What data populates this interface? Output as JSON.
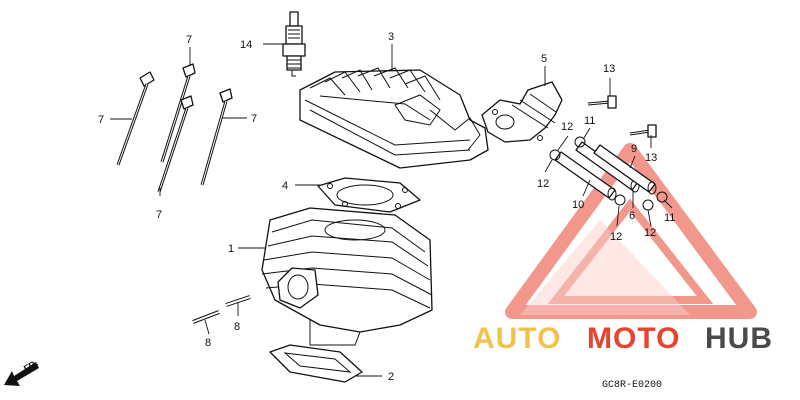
{
  "callouts": {
    "c1": "1",
    "c2": "2",
    "c3": "3",
    "c4": "4",
    "c5": "5",
    "c6": "6",
    "c7a": "7",
    "c7b": "7",
    "c7c": "7",
    "c7d": "7",
    "c8a": "8",
    "c8b": "8",
    "c9": "9",
    "c10": "10",
    "c11a": "11",
    "c11b": "11",
    "c12a": "12",
    "c12b": "12",
    "c12c": "12",
    "c12d": "12",
    "c13a": "13",
    "c13b": "13",
    "c14": "14"
  },
  "watermark": {
    "auto": "AUTO",
    "moto": "MOTO",
    "hub": "HUB"
  },
  "front_mark": "FR.",
  "diagram_code": "GC8R-E0200",
  "colors": {
    "watermark_red": "#e8432f",
    "watermark_yellow": "#f3c24d",
    "watermark_gray": "#4a4a4a"
  },
  "icons": {
    "front_arrow": "arrow-down-left-icon"
  }
}
